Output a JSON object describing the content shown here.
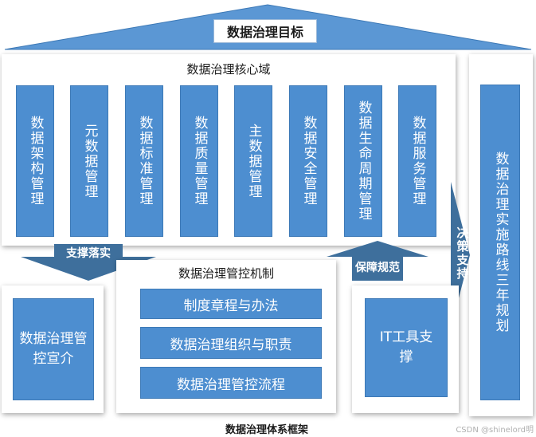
{
  "roof": {
    "title": "数据治理目标"
  },
  "core_domain": {
    "title": "数据治理核心域",
    "columns": [
      {
        "label": "数据架构管理"
      },
      {
        "label": "元数据管理"
      },
      {
        "label": "数据标准管理"
      },
      {
        "label": "数据质量管理"
      },
      {
        "label": "主数据管理"
      },
      {
        "label": "数据安全管理"
      },
      {
        "label": "数据生命周期管理"
      },
      {
        "label": "数据服务管理"
      }
    ]
  },
  "arrows": {
    "support_landing": "支撑落实",
    "guarantee_norms": "保障规范",
    "decision_support": "决策支持"
  },
  "control_mechanism": {
    "title": "数据治理管控机制",
    "items": [
      {
        "label": "制度章程与办法"
      },
      {
        "label": "数据治理组织与职责"
      },
      {
        "label": "数据治理管控流程"
      }
    ]
  },
  "left_box": {
    "label": "数据治理管控宣介"
  },
  "it_box": {
    "label": "IT工具支撑"
  },
  "right_pillar": {
    "label": "数据治理实施路线三年规划"
  },
  "caption": "数据治理体系框架",
  "watermark": "CSDN @shinelord明",
  "colors": {
    "accent": "#4d8ed0",
    "accent_dark": "#3e6f9c",
    "roof_bg": "#5b97d4"
  }
}
